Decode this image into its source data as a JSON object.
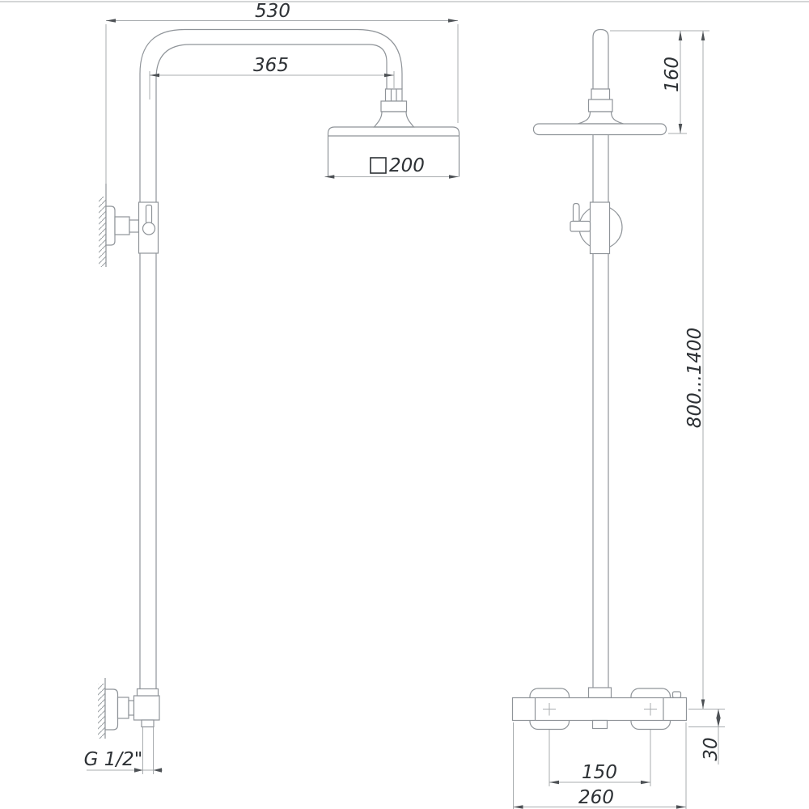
{
  "drawing": {
    "type": "technical-dimension-drawing",
    "subject": "shower-column-two-views",
    "colors": {
      "background": "#ffffff",
      "object_lines": "#8f9499",
      "dimension_lines": "#a8acaf",
      "text": "#2d3135",
      "arrowheads": "#4d5155",
      "top_border": "#d4d6d7"
    },
    "dimensions": {
      "arm_span": "530",
      "arm_reach": "365",
      "head_size": "200",
      "head_size_symbol": "square",
      "head_drop": "160",
      "column_height_range": "800...1400",
      "thread": "G 1/2\"",
      "inlet_spacing": "150",
      "body_width": "260",
      "body_depth": "30"
    }
  }
}
